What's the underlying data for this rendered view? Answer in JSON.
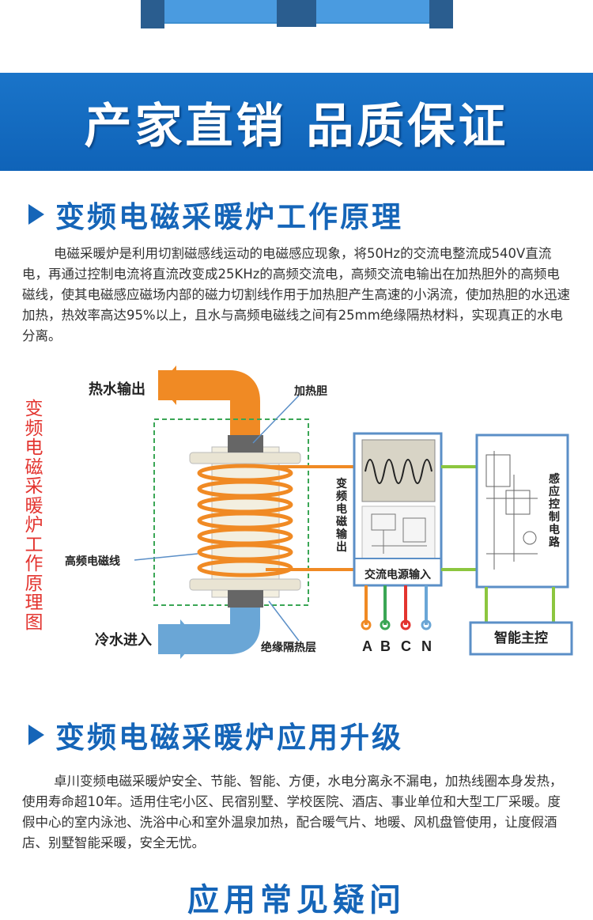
{
  "banner": {
    "text": "产家直销 品质保证"
  },
  "section1": {
    "title": "变频电磁采暖炉工作原理",
    "paragraph": "电磁采暖炉是利用切割磁感线运动的电磁感应现象，将50Hz的交流电整流成540V直流电，再通过控制电流将直流改变成25KHz的高频交流电，高频交流电输出在加热胆外的高频电磁线，使其电磁感应磁场内部的磁力切割线作用于加热胆产生高速的小涡流，使加热胆的水迅速加热，热效率高达95%以上，且水与高频电磁线之间有25mm绝缘隔热材料，实现真正的水电分离。"
  },
  "diagram": {
    "vertical_label": "变频电磁采暖炉工作原理图",
    "hot_water_out": "热水输出",
    "cold_water_in": "冷水进入",
    "heating_tank": "加热胆",
    "hf_coil": "高频电磁线",
    "insulation": "绝缘隔热层",
    "inverter_output": "变频电磁输出",
    "ac_input": "交流电源输入",
    "induction_control": "感应控制电路",
    "main_control": "智能主控",
    "phases": [
      "A",
      "B",
      "C",
      "N"
    ],
    "colors": {
      "orange": "#f08a24",
      "blue": "#6aa6d6",
      "green": "#8cc63f",
      "red": "#e3342f",
      "frame": "#5b8fc7"
    }
  },
  "section2": {
    "title": "变频电磁采暖炉应用升级",
    "paragraph": "卓川变频电磁采暖炉安全、节能、智能、方便，水电分离永不漏电，加热线圈本身发热，使用寿命超10年。适用住宅小区、民宿别墅、学校医院、酒店、事业单位和大型工厂采暖。度假中心的室内泳池、洗浴中心和室外温泉加热，配合暖气片、地暖、风机盘管使用，让度假酒店、别墅智能采暖，安全无忧。"
  },
  "bottom_title": "应用常见疑问"
}
